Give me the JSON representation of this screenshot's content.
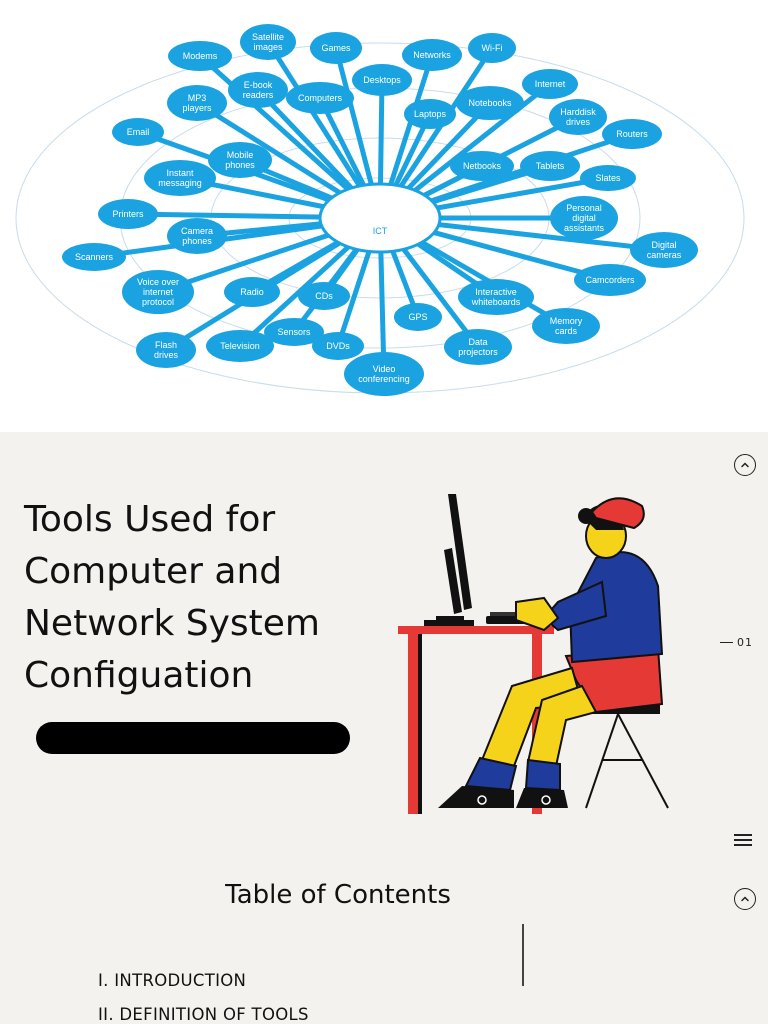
{
  "ict_diagram": {
    "center_label": "ICT",
    "nodes": [
      {
        "lines": [
          "Satellite",
          "images"
        ]
      },
      {
        "lines": [
          "Games"
        ]
      },
      {
        "lines": [
          "Networks"
        ]
      },
      {
        "lines": [
          "Wi-Fi"
        ]
      },
      {
        "lines": [
          "Modems"
        ]
      },
      {
        "lines": [
          "E-book",
          "readers"
        ]
      },
      {
        "lines": [
          "Computers"
        ]
      },
      {
        "lines": [
          "Desktops"
        ]
      },
      {
        "lines": [
          "Internet"
        ]
      },
      {
        "lines": [
          "MP3",
          "players"
        ]
      },
      {
        "lines": [
          "Laptops"
        ]
      },
      {
        "lines": [
          "Notebooks"
        ]
      },
      {
        "lines": [
          "Harddisk",
          "drives"
        ]
      },
      {
        "lines": [
          "Routers"
        ]
      },
      {
        "lines": [
          "Email"
        ]
      },
      {
        "lines": [
          "Mobile",
          "phones"
        ]
      },
      {
        "lines": [
          "Instant",
          "messaging"
        ]
      },
      {
        "lines": [
          "Netbooks"
        ]
      },
      {
        "lines": [
          "Tablets"
        ]
      },
      {
        "lines": [
          "Slates"
        ]
      },
      {
        "lines": [
          "Printers"
        ]
      },
      {
        "lines": [
          "Personal",
          "digital",
          "assistants"
        ]
      },
      {
        "lines": [
          "Camera",
          "phones"
        ]
      },
      {
        "lines": [
          "Digital",
          "cameras"
        ]
      },
      {
        "lines": [
          "Scanners"
        ]
      },
      {
        "lines": [
          "Camcorders"
        ]
      },
      {
        "lines": [
          "Voice over",
          "internet",
          "protocol"
        ]
      },
      {
        "lines": [
          "Radio"
        ]
      },
      {
        "lines": [
          "CDs"
        ]
      },
      {
        "lines": [
          "Interactive",
          "whiteboards"
        ]
      },
      {
        "lines": [
          "Memory",
          "cards"
        ]
      },
      {
        "lines": [
          "Sensors"
        ]
      },
      {
        "lines": [
          "GPS"
        ]
      },
      {
        "lines": [
          "Flash",
          "drives"
        ]
      },
      {
        "lines": [
          "Television"
        ]
      },
      {
        "lines": [
          "DVDs"
        ]
      },
      {
        "lines": [
          "Data",
          "projectors"
        ]
      },
      {
        "lines": [
          "Video",
          "conferencing"
        ]
      }
    ],
    "colors": {
      "bubble": "#1aa3e0",
      "bubble_dark": "#0e8fcc",
      "center_text": "#1aa3e0",
      "rings": "#c8dcea"
    }
  },
  "slide": {
    "title_lines": [
      "Tools Used for",
      "Computer and",
      "Network System",
      "Configuation"
    ],
    "page_number": "01",
    "toc": {
      "title": "Table of Contents",
      "items": [
        "I. INTRODUCTION",
        "II. DEFINITION OF TOOLS"
      ]
    },
    "icons": [
      "chevron-up-icon",
      "menu-icon"
    ],
    "colors": {
      "background": "#f3f2ee",
      "text": "#111111",
      "desk": "#e53935",
      "hoodie": "#1f3b9c",
      "pants": "#f5d31a",
      "hat": "#e53935"
    }
  }
}
